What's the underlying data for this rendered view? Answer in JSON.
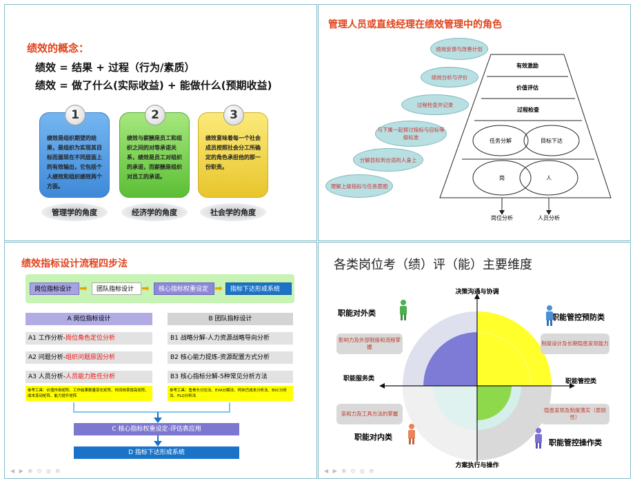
{
  "q1": {
    "title": "绩效的概念：",
    "line1": "绩效 = 结果 + 过程（行为/素质）",
    "line2": "绩效 = 做了什么(实际收益) + 能做什么(预期收益)",
    "cards": [
      {
        "num": "1",
        "text": "绩效是组织期望的结果，是组织为实现其目标而展现在不同层面上的有效输出，它包括个人绩效和组织绩效两个方面。",
        "angle": "管理学的角度",
        "color": "#4b9be0"
      },
      {
        "num": "2",
        "text": "绩效与薪酬是员工和组织之间的对等承诺关系，绩效是员工对组织的承诺，而薪酬是组织对员工的承诺。",
        "angle": "经济学的角度",
        "color": "#7bd14c"
      },
      {
        "num": "3",
        "text": "绩效意味着每一个社会成员按照社会分工所确定的角色承担他的那一份职责。",
        "angle": "社会学的角度",
        "color": "#f3d74b"
      }
    ]
  },
  "q2": {
    "title": "管理人员或直线经理在绩效管理中的角色",
    "bubbles": [
      "绩效反馈与改善计划",
      "绩效分析与评价",
      "过程检查并记录",
      "与下属一起探讨指标与目标等级标准",
      "分解目标到合适的人身上",
      "理解上级指标与任务意图"
    ],
    "levels": [
      "有效激励",
      "价值评估",
      "过程检查"
    ],
    "ovals": [
      "任务分解",
      "目标下达",
      "岗",
      "人"
    ],
    "bottom_left": "岗位分析",
    "bottom_right": "人员分析"
  },
  "q3": {
    "title": "绩效指标设计流程四步法",
    "flow": [
      "岗位指标设计",
      "团队指标设计",
      "核心指标权重设定",
      "指标下达形成系统"
    ],
    "colA_header": "A  岗位指标设计",
    "colB_header": "B  团队指标设计",
    "colA": [
      {
        "label": "A1  工作分析-",
        "red": "岗位角色定位分析"
      },
      {
        "label": "A2  问题分析-",
        "red": "组织问题原因分析"
      },
      {
        "label": "A3  人员分析-",
        "red": "人员能力胜任分析"
      }
    ],
    "colB": [
      "B1  战略分解-人力资源战略导向分析",
      "B2  核心能力提炼-资源配置方式分析",
      "B3  核心指标分解-5种常见分析方法"
    ],
    "toolA": "参考工具：价值作用矩阵、工作结果数量变化矩阵、时间效率提高矩阵、成本变动矩阵、能力提升矩阵",
    "toolB": "参考工具：鱼骨头讨论法、EVA分解法、柯米巴成本分析法、BSC分析法、PLQ分析法",
    "stepC": "C  核心指标权重设定-评估表应用",
    "stepD": "D  指标下达形成系统"
  },
  "q4": {
    "title": "各类岗位考（绩）评（能）主要维度",
    "top": "决策沟通与协调",
    "bottom": "方案执行与操作",
    "left": "职能服务类",
    "right": "职能管控类",
    "tl_label": "职能对外类",
    "tr_label": "职能管控预防类",
    "bl_label": "职能对内类",
    "br_label": "职能管控操作类",
    "tl_pill": "影响力及外部制度和流程掌握",
    "tr_pill": "制度设计及长期隐患发现能力",
    "bl_pill": "亲和力及工具方法的掌握",
    "br_pill": "隐患发现及制度落实（原则性）"
  }
}
